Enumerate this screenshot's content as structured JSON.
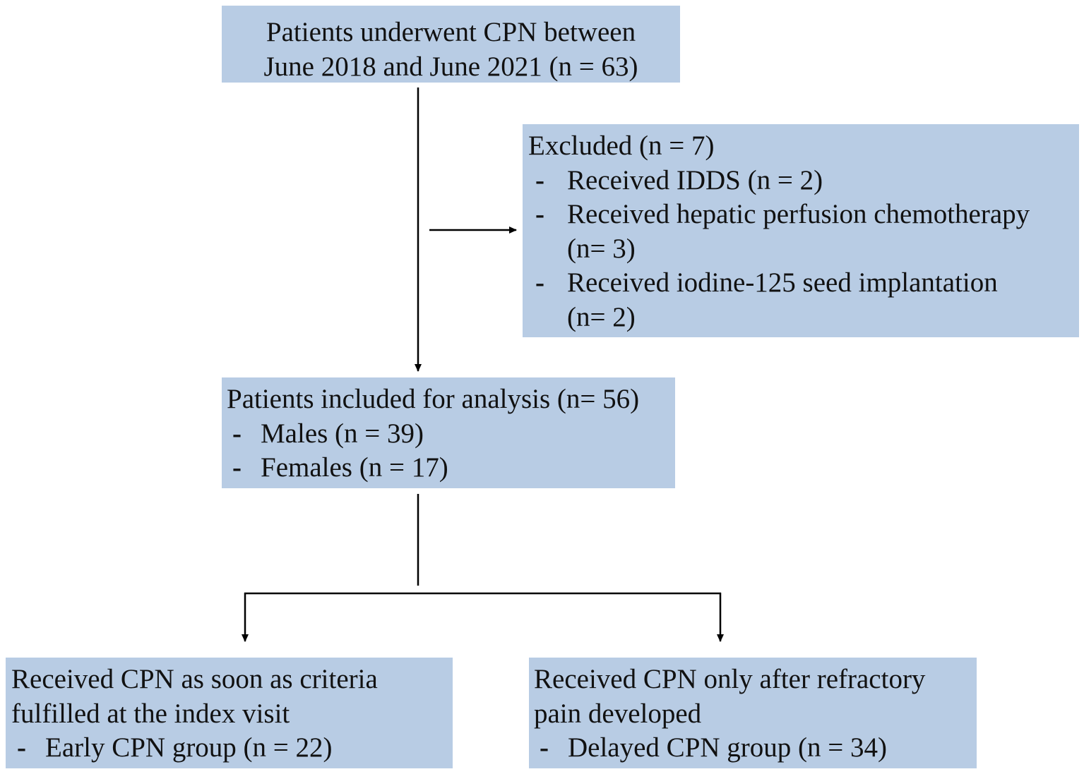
{
  "start": {
    "lines": [
      "Patients underwent CPN between",
      "June 2018 and June 2021 (n = 63)"
    ]
  },
  "excluded": {
    "title": "Excluded (n = 7)",
    "items": [
      {
        "text": "Received IDDS (n = 2)"
      },
      {
        "text": "Received hepatic perfusion chemotherapy",
        "cont": "(n= 3)"
      },
      {
        "text": "Received iodine-125 seed implantation",
        "cont": "(n= 2)"
      }
    ]
  },
  "included": {
    "title": "Patients included for analysis (n= 56)",
    "items": [
      {
        "text": "Males (n = 39)"
      },
      {
        "text": "Females (n = 17)"
      }
    ]
  },
  "early": {
    "lines": [
      "Received CPN as soon as criteria",
      "fulfilled at the index visit"
    ],
    "item": "Early CPN group (n = 22)"
  },
  "delayed": {
    "lines": [
      "Received CPN only after refractory",
      "pain developed"
    ],
    "item": "Delayed CPN group (n = 34)"
  },
  "bullet": "-",
  "colors": {
    "box_fill": "#b8cce4",
    "line": "#000000"
  }
}
